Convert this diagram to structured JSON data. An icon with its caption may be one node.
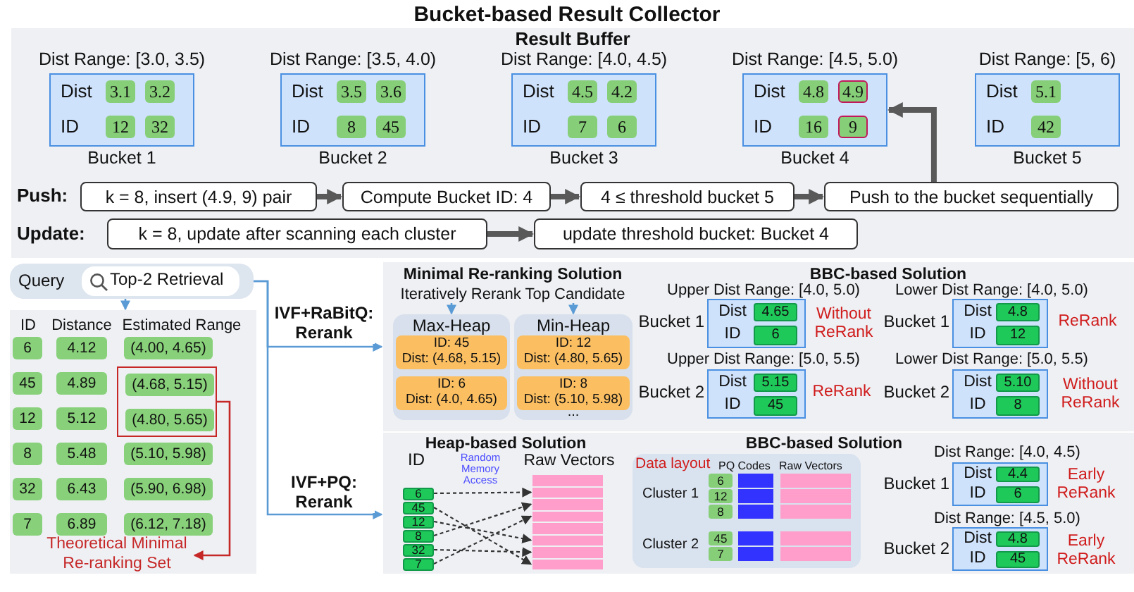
{
  "diagram": {
    "title": "Bucket-based Result Collector",
    "nodes": [
      {
        "text": [
          "Result Buffer"
        ]
      },
      {
        "text": [
          "Dist Range: [3.0, 3.5)",
          "Dist",
          "ID",
          "Bucket 1"
        ],
        "in": 0
      },
      {
        "text": [
          "3.1"
        ],
        "in": 1
      },
      {
        "text": [
          "3.2"
        ],
        "in": 1
      },
      {
        "text": [
          "12"
        ],
        "in": 1
      },
      {
        "text": [
          "32"
        ],
        "in": 1
      },
      {
        "text": [
          "Dist Range: [3.5, 4.0)",
          "Dist",
          "ID",
          "Bucket 2"
        ],
        "in": 0
      },
      {
        "text": [
          "3.5"
        ],
        "in": 6
      },
      {
        "text": [
          "3.6"
        ],
        "in": 6
      },
      {
        "text": [
          "8"
        ],
        "in": 6
      },
      {
        "text": [
          "45"
        ],
        "in": 6
      },
      {
        "text": [
          "Dist Range: [4.0, 4.5)",
          "Dist",
          "ID",
          "Bucket 3"
        ],
        "in": 0
      },
      {
        "text": [
          "4.5"
        ],
        "in": 11
      },
      {
        "text": [
          "4.2"
        ],
        "in": 11
      },
      {
        "text": [
          "7"
        ],
        "in": 11
      },
      {
        "text": [
          "6"
        ],
        "in": 11
      },
      {
        "text": [
          "Dist Range: [4.5, 5.0)",
          "Dist",
          "ID",
          "Bucket 4"
        ],
        "in": 0
      },
      {
        "text": [
          "4.8"
        ],
        "in": 16
      },
      {
        "text": [
          "4.9"
        ],
        "in": 16
      },
      {
        "text": [
          "16"
        ],
        "in": 16
      },
      {
        "text": [
          "9"
        ],
        "in": 16
      },
      {
        "text": [
          "Dist Range: [5, 6)",
          "Dist",
          "ID",
          "Bucket 5"
        ],
        "in": 0
      },
      {
        "text": [
          "5.1"
        ],
        "in": 21
      },
      {
        "text": [
          "42"
        ],
        "in": 21
      },
      {
        "text": [
          "k = 8, insert (4.9, 9) pair"
        ],
        "in": 0
      },
      {
        "text": [
          "Compute Bucket ID: 4"
        ],
        "in": 0
      },
      {
        "text": [
          "4 ≤ threshold bucket 5"
        ],
        "in": 0
      },
      {
        "text": [
          "Push to the bucket sequentially"
        ],
        "in": 0
      },
      {
        "text": [
          "k = 8, update after scanning each cluster"
        ],
        "in": 0
      },
      {
        "text": [
          "update threshold bucket: Bucket 4"
        ],
        "in": 0
      },
      {
        "text": [
          "Query"
        ]
      },
      {
        "text": [
          "Top-2 Retrieval"
        ],
        "in": 30
      },
      {
        "text": [
          "ID",
          "Distance",
          "Estimated Range"
        ]
      },
      {
        "text": [],
        "shape": "box",
        "in": 32
      },
      {
        "text": [
          "6"
        ],
        "in": 32
      },
      {
        "text": [
          "4.12"
        ],
        "in": 32
      },
      {
        "text": [
          "(4.00, 4.65)"
        ],
        "in": 32
      },
      {
        "text": [
          "45"
        ],
        "in": 32
      },
      {
        "text": [
          "4.89"
        ],
        "in": 32
      },
      {
        "text": [
          "(4.68, 5.15)"
        ],
        "in": 33
      },
      {
        "text": [
          "12"
        ],
        "in": 32
      },
      {
        "text": [
          "5.12"
        ],
        "in": 32
      },
      {
        "text": [
          "(4.80, 5.65)"
        ],
        "in": 33
      },
      {
        "text": [
          "8"
        ],
        "in": 32
      },
      {
        "text": [
          "5.48"
        ],
        "in": 32
      },
      {
        "text": [
          "(5.10, 5.98)"
        ],
        "in": 32
      },
      {
        "text": [
          "32"
        ],
        "in": 32
      },
      {
        "text": [
          "6.43"
        ],
        "in": 32
      },
      {
        "text": [
          "(5.90, 6.98)"
        ],
        "in": 32
      },
      {
        "text": [
          "7"
        ],
        "in": 32
      },
      {
        "text": [
          "6.89"
        ],
        "in": 32
      },
      {
        "text": [
          "(6.12, 7.18)"
        ],
        "in": 32
      },
      {
        "text": [
          "Theoretical Minimal Re-ranking Set"
        ],
        "in": 32
      },
      {
        "text": [
          "Minimal Re-ranking Solution"
        ]
      },
      {
        "text": [
          "Iteratively Rerank Top Candidate"
        ],
        "in": 53
      },
      {
        "text": [
          "Max-Heap"
        ],
        "in": 53
      },
      {
        "text": [
          "ID: 45",
          "Dist: (4.68, 5.15)"
        ],
        "in": 55
      },
      {
        "text": [
          "ID: 6",
          "Dist: (4.0, 4.65)"
        ],
        "in": 55
      },
      {
        "text": [
          "Min-Heap",
          "..."
        ],
        "in": 53
      },
      {
        "text": [
          "ID: 12",
          "Dist: (4.80, 5.65)"
        ],
        "in": 58
      },
      {
        "text": [
          "ID: 8",
          "Dist: (5.10, 5.98)"
        ],
        "in": 58
      },
      {
        "text": [
          "BBC-based Solution"
        ]
      },
      {
        "text": [
          "Upper Dist Range: [4.0, 5.0)",
          "Dist",
          "ID"
        ],
        "beside": [
          "Bucket 1",
          "Without ReRank"
        ],
        "in": 61
      },
      {
        "text": [
          "4.65"
        ],
        "in": 62
      },
      {
        "text": [
          "6"
        ],
        "in": 62
      },
      {
        "text": [
          "Upper Dist Range: [5.0, 5.5)",
          "Dist",
          "ID"
        ],
        "beside": [
          "Bucket 2",
          "ReRank"
        ],
        "in": 61
      },
      {
        "text": [
          "5.15"
        ],
        "in": 65
      },
      {
        "text": [
          "45"
        ],
        "in": 65
      },
      {
        "text": [
          "Lower Dist Range: [4.0, 5.0)",
          "Dist",
          "ID"
        ],
        "beside": [
          "Bucket 1",
          "ReRank"
        ],
        "in": 61
      },
      {
        "text": [
          "4.8"
        ],
        "in": 68
      },
      {
        "text": [
          "12"
        ],
        "in": 68
      },
      {
        "text": [
          "Lower Dist Range: [5.0, 5.5)",
          "Dist",
          "ID"
        ],
        "beside": [
          "Bucket 2",
          "Without ReRank"
        ],
        "in": 61
      },
      {
        "text": [
          "5.10"
        ],
        "in": 71
      },
      {
        "text": [
          "8"
        ],
        "in": 71
      },
      {
        "text": [
          "Heap-based Solution",
          "ID",
          "Random Memory Access",
          "Raw Vectors"
        ]
      },
      {
        "text": [
          "6"
        ],
        "in": 74
      },
      {
        "text": [
          "45"
        ],
        "in": 74
      },
      {
        "text": [
          "12"
        ],
        "in": 74
      },
      {
        "text": [
          "8"
        ],
        "in": 74
      },
      {
        "text": [
          "32"
        ],
        "in": 74
      },
      {
        "text": [
          "7"
        ],
        "in": 74
      },
      {
        "text": [],
        "shape": "bar",
        "in": 74
      },
      {
        "text": [],
        "shape": "bar",
        "in": 74
      },
      {
        "text": [],
        "shape": "bar",
        "in": 74
      },
      {
        "text": [],
        "shape": "bar",
        "in": 74
      },
      {
        "text": [],
        "shape": "bar",
        "in": 74
      },
      {
        "text": [],
        "shape": "bar",
        "in": 74
      },
      {
        "text": [],
        "shape": "bar",
        "in": 74
      },
      {
        "text": [],
        "shape": "bar",
        "in": 74
      },
      {
        "text": [
          "BBC-based Solution"
        ]
      },
      {
        "text": [
          "Data layout",
          "PQ Codes",
          "Raw Vectors",
          "Cluster 1",
          "Cluster 2"
        ],
        "in": 89
      },
      {
        "text": [
          "6"
        ],
        "in": 90
      },
      {
        "text": [
          "12"
        ],
        "in": 90
      },
      {
        "text": [
          "8"
        ],
        "in": 90
      },
      {
        "text": [
          "45"
        ],
        "in": 90
      },
      {
        "text": [
          "7"
        ],
        "in": 90
      },
      {
        "text": [
          "Dist Range: [4.0, 4.5)",
          "Dist",
          "ID"
        ],
        "beside": [
          "Bucket 1",
          "Early ReRank"
        ],
        "in": 89
      },
      {
        "text": [
          "4.4"
        ],
        "in": 96
      },
      {
        "text": [
          "6"
        ],
        "in": 96
      },
      {
        "text": [
          "Dist Range: [4.5, 5.0)",
          "Dist",
          "ID"
        ],
        "beside": [
          "Bucket 2",
          "Early ReRank"
        ],
        "in": 89
      },
      {
        "text": [
          "4.8"
        ],
        "in": 99
      },
      {
        "text": [
          "45"
        ],
        "in": 99
      }
    ],
    "edges": [
      {
        "from": 24,
        "to": 25,
        "arrow": "to",
        "style": "thick",
        "color": "#595959"
      },
      {
        "from": 25,
        "to": 26,
        "arrow": "to",
        "style": "thick",
        "color": "#595959"
      },
      {
        "from": 26,
        "to": 27,
        "arrow": "to",
        "style": "thick",
        "color": "#595959"
      },
      {
        "from": 27,
        "to": 16,
        "arrow": "to",
        "style": "thick",
        "color": "#595959"
      },
      {
        "from": 28,
        "to": 29,
        "arrow": "to",
        "style": "thick",
        "color": "#595959"
      },
      {
        "from": 30,
        "to": 53,
        "arrow": "to",
        "label": "IVF+RaBitQ: Rerank",
        "color": "#5b9bd5"
      },
      {
        "from": 30,
        "to": 74,
        "arrow": "to",
        "label": "IVF+PQ: Rerank",
        "color": "#5b9bd5"
      },
      {
        "from": 30,
        "to": 32,
        "arrow": "to",
        "color": "#5b9bd5"
      },
      {
        "from": 33,
        "to": 52,
        "arrow": "to",
        "color": "#c62828"
      },
      {
        "from": 54,
        "to": 55,
        "arrow": "to",
        "color": "#5b9bd5"
      },
      {
        "from": 54,
        "to": 58,
        "arrow": "to",
        "color": "#5b9bd5"
      },
      {
        "from": 75,
        "to": 82,
        "arrow": "to",
        "style": "dashed"
      },
      {
        "from": 76,
        "to": 88,
        "arrow": "to",
        "style": "dashed"
      },
      {
        "from": 77,
        "to": 86,
        "arrow": "to",
        "style": "dashed"
      },
      {
        "from": 78,
        "to": 83,
        "arrow": "to",
        "style": "dashed"
      },
      {
        "from": 79,
        "to": 87,
        "arrow": "to",
        "style": "dashed"
      },
      {
        "from": 80,
        "to": 84,
        "arrow": "to",
        "style": "dashed"
      }
    ],
    "labels": [
      "Push:",
      "Update:"
    ]
  }
}
